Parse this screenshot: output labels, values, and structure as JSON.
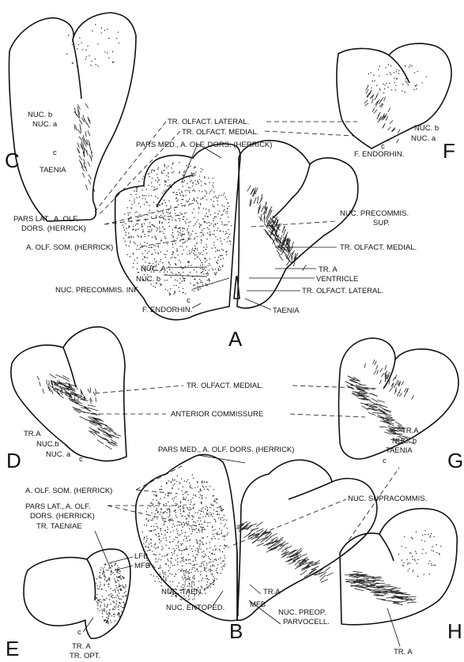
{
  "panel_letters": {
    "a": "A",
    "b": "B",
    "c": "C",
    "d": "D",
    "e": "E",
    "f": "F",
    "g": "G",
    "h": "H"
  },
  "labels": {
    "c_nuc_b": "NUC. b",
    "c_nuc_a": "NUC. a",
    "c_c": "c",
    "c_taenia": "TAENIA",
    "f_nuc_b": "NUC. b",
    "f_nuc_a": "NUC. a",
    "f_c": "c",
    "f_endorhin": "F. ENDORHIN.",
    "tr_olf_lateral_top": "TR. OLFACT. LATERAL.",
    "tr_olf_medial_top": "TR. OLFACT. MEDIAL.",
    "pars_med_top": "PARS MED., A. OLF. DORS. (HERRICK)",
    "pars_lat_top_1": "PARS LAT., A. OLF.",
    "pars_lat_top_2": "DORS. (HERRICK)",
    "a_olf_som_top": "A. OLF. SOM. (HERRICK)",
    "a_nuc_a": "NUC. A",
    "a_nuc_b": "NUC. b",
    "a_nuc_precommis_inf": "NUC. PRECOMMIS. INF.",
    "a_c": "c",
    "a_f_endorhin": "F. ENDORHIN.",
    "a_nuc_precommis_sup_1": "NUC. PRECOMMIS.",
    "a_nuc_precommis_sup_2": "SUP.",
    "a_tr_olf_medial": "TR. OLFACT. MEDIAL.",
    "a_tr_a": "TR. A",
    "a_ventricle": "VENTRICLE",
    "a_tr_olf_lateral": "TR. OLFACT. LATERAL.",
    "a_taenia": "TAENIA",
    "mid_tr_olf_medial": "TR. OLFACT. MEDIAL.",
    "mid_anterior_commissure": "ANTERIOR COMMISSURE",
    "d_tr_a": "TR.A",
    "d_nuc_b": "NUC.b",
    "d_nuc_a": "NUC. a",
    "d_c": "c",
    "g_tr_a": "TR.A",
    "g_nuc_b": "NUC. b",
    "g_taenia": "TAENIA",
    "g_c": "c",
    "b_pars_med": "PARS MED., A. OLF. DORS. (HERRICK)",
    "b_a_olf_som": "A. OLF. SOM. (HERRICK)",
    "b_pars_lat_1": "PARS LAT., A. OLF.",
    "b_pars_lat_2": "DORS. (HERRICK)",
    "b_nuc_supracommis": "NUC. SUPRACOMMIS.",
    "e_tr_taeniae": "TR. TAENIAE",
    "e_lfb": "LFB",
    "e_mfb": "MFB",
    "e_c": "c",
    "e_tr_a": "TR. A",
    "e_tr_opt": "TR. OPT.",
    "b_nuc_taen": "NUC. TAEN.",
    "b_nuc_entoped": "NUC. ENTOPED.",
    "b_tr_a": "TR.A",
    "b_mfb": "MFB",
    "b_nuc_preop_1": "NUC. PREOP.",
    "b_nuc_preop_2": "PARVOCELL.",
    "h_tr_a": "TR. A"
  }
}
